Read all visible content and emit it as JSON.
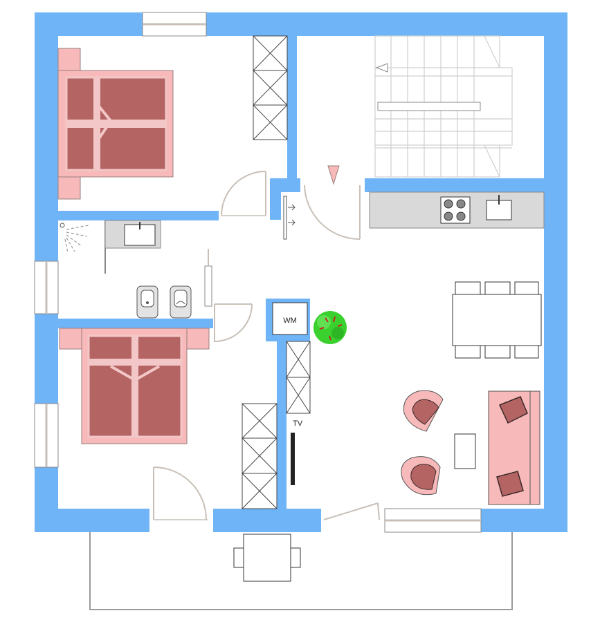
{
  "plan": {
    "labels": {
      "washing_machine": "WM",
      "tv": "TV"
    },
    "colors": {
      "wall": "#6fb4f7",
      "bed": "#f7b9b9",
      "bed_cover": "#b56464",
      "counter": "#d9d9d9",
      "plant": "#3ad12f",
      "balcony_frame": "#9a9a9a"
    },
    "icons": [
      "bed",
      "wardrobe",
      "staircase",
      "door-swing",
      "kitchen-cooktop",
      "sink",
      "shower",
      "toilet",
      "bidet",
      "dining-table",
      "chair",
      "armchair",
      "sofa",
      "coffee-table",
      "plant",
      "tv",
      "washing-machine",
      "window",
      "balcony",
      "patio-table"
    ]
  }
}
